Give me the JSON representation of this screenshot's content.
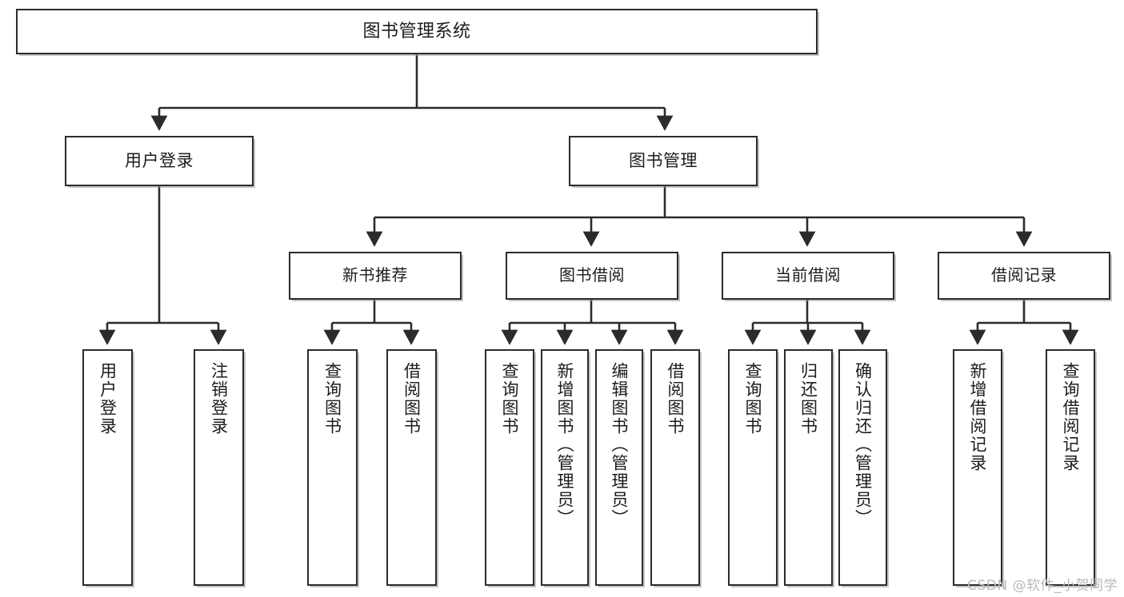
{
  "diagram": {
    "type": "hierarchy-tree",
    "title": "图书管理系统",
    "background_color": "#ffffff",
    "node_border_color": "#2b2b2b",
    "node_fill_color": "#ffffff",
    "edge_color": "#2b2b2b",
    "levels": 4
  },
  "nodes": {
    "root": {
      "label": "图书管理系统"
    },
    "level2": [
      {
        "id": "user-login",
        "label": "用户登录"
      },
      {
        "id": "book-management",
        "label": "图书管理"
      }
    ],
    "level3": [
      {
        "id": "new-book-recommend",
        "label": "新书推荐"
      },
      {
        "id": "book-borrow",
        "label": "图书借阅"
      },
      {
        "id": "current-borrow",
        "label": "当前借阅"
      },
      {
        "id": "borrow-record",
        "label": "借阅记录"
      }
    ],
    "leaves": [
      {
        "id": "leaf-user-login",
        "label": "用户登录",
        "parent": "user-login"
      },
      {
        "id": "leaf-logout-login",
        "label": "注销登录",
        "parent": "user-login"
      },
      {
        "id": "leaf-query-book-1",
        "label": "查询图书",
        "parent": "new-book-recommend"
      },
      {
        "id": "leaf-borrow-book-1",
        "label": "借阅图书",
        "parent": "new-book-recommend"
      },
      {
        "id": "leaf-query-book-2",
        "label": "查询图书",
        "parent": "book-borrow"
      },
      {
        "id": "leaf-add-book",
        "label": "新增图书（管理员）",
        "parent": "book-borrow"
      },
      {
        "id": "leaf-edit-book",
        "label": "编辑图书（管理员）",
        "parent": "book-borrow"
      },
      {
        "id": "leaf-borrow-book-2",
        "label": "借阅图书",
        "parent": "book-borrow"
      },
      {
        "id": "leaf-query-book-3",
        "label": "查询图书",
        "parent": "current-borrow"
      },
      {
        "id": "leaf-return-book",
        "label": "归还图书",
        "parent": "current-borrow"
      },
      {
        "id": "leaf-confirm-return",
        "label": "确认归还（管理员）",
        "parent": "current-borrow"
      },
      {
        "id": "leaf-add-record",
        "label": "新增借阅记录",
        "parent": "borrow-record"
      },
      {
        "id": "leaf-query-record",
        "label": "查询借阅记录",
        "parent": "borrow-record"
      }
    ]
  },
  "watermark": {
    "text": "CSDN @软件_小贺同学"
  }
}
